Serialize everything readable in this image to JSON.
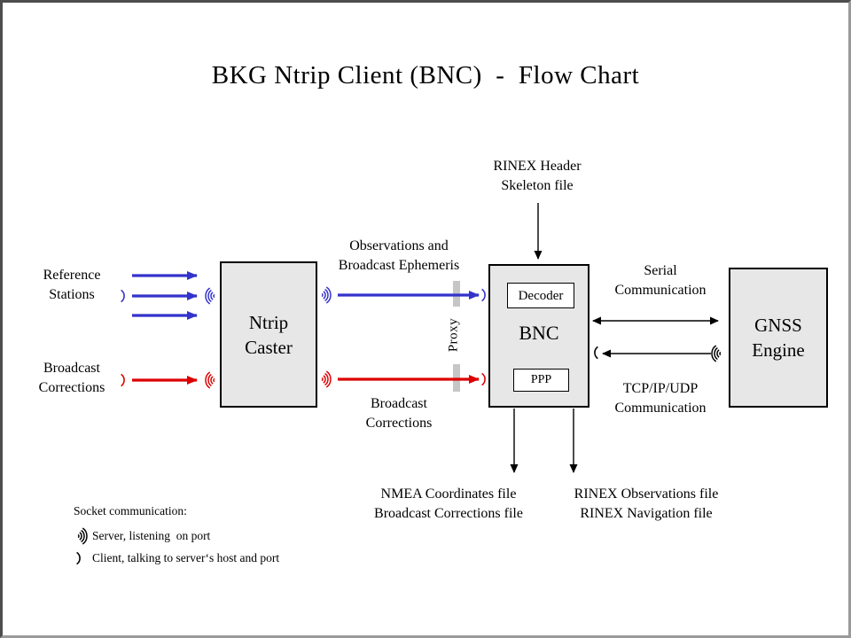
{
  "title": "BKG Ntrip Client (BNC)  -  Flow Chart",
  "nodes": {
    "ntrip_caster": "Ntrip\nCaster",
    "bnc": "BNC",
    "decoder": "Decoder",
    "ppp": "PPP",
    "gnss_engine": "GNSS\nEngine"
  },
  "labels": {
    "reference_stations": "Reference\nStations",
    "broadcast_corrections_left": "Broadcast\nCorrections",
    "observations_ephemeris": "Observations and\nBroadcast Ephemeris",
    "broadcast_corrections_mid": "Broadcast\nCorrections",
    "rinex_header": "RINEX Header\nSkeleton file",
    "serial_communication": "Serial\nCommunication",
    "tcpip_communication": "TCP/IP/UDP\nCommunication",
    "nmea_files": "NMEA Coordinates file\nBroadcast Corrections file",
    "rinex_files": "RINEX Observations file\nRINEX Navigation file",
    "proxy": "Proxy"
  },
  "legend": {
    "heading": "Socket communication:",
    "server": "Server, listening  on port",
    "client": "Client, talking to server‘s host and port"
  },
  "colors": {
    "blue": "#3333cc",
    "red": "#dd0000",
    "fill": "#e7e7e7",
    "bar": "#c6c6c6"
  }
}
